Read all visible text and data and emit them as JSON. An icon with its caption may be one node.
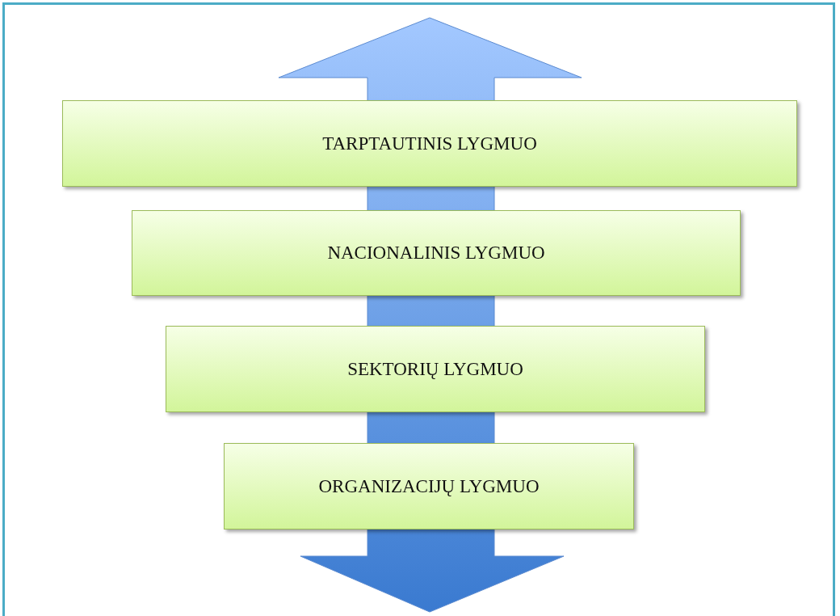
{
  "diagram": {
    "nodes": [
      {
        "text": [
          "TARPTAUTINIS LYGMUO"
        ]
      },
      {
        "text": [
          "NACIONALINIS LYGMUO"
        ]
      },
      {
        "text": [
          "SEKTORIŲ LYGMUO"
        ]
      },
      {
        "text": [
          "ORGANIZACIJŲ LYGMUO"
        ]
      }
    ]
  }
}
